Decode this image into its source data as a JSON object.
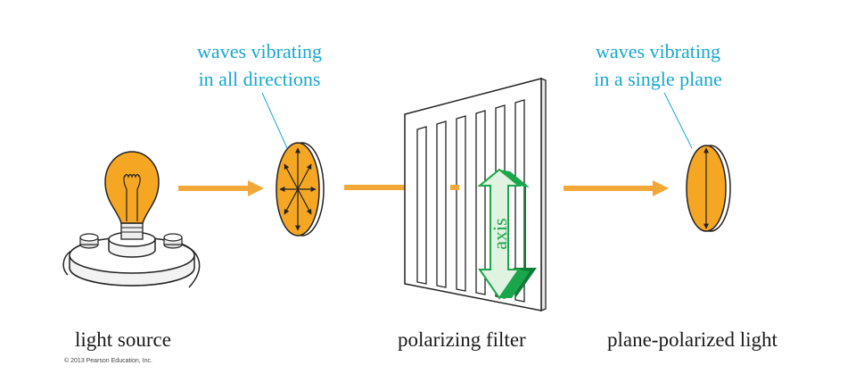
{
  "labels": {
    "light_source": "light source",
    "polarizing_filter": "polarizing filter",
    "plane_polarized": "plane-polarized light",
    "all_directions_1": "waves vibrating",
    "all_directions_2": "in all directions",
    "single_plane_1": "waves vibrating",
    "single_plane_2": "in a single plane",
    "axis": "axis",
    "copyright": "© 2013 Pearson Education, Inc."
  },
  "colors": {
    "orange": "#f5a623",
    "beam": "#f3a736",
    "cyan_text": "#18a6d0",
    "green": "#1aa64a",
    "green_light": "#dff3e0",
    "outline": "#222222"
  }
}
